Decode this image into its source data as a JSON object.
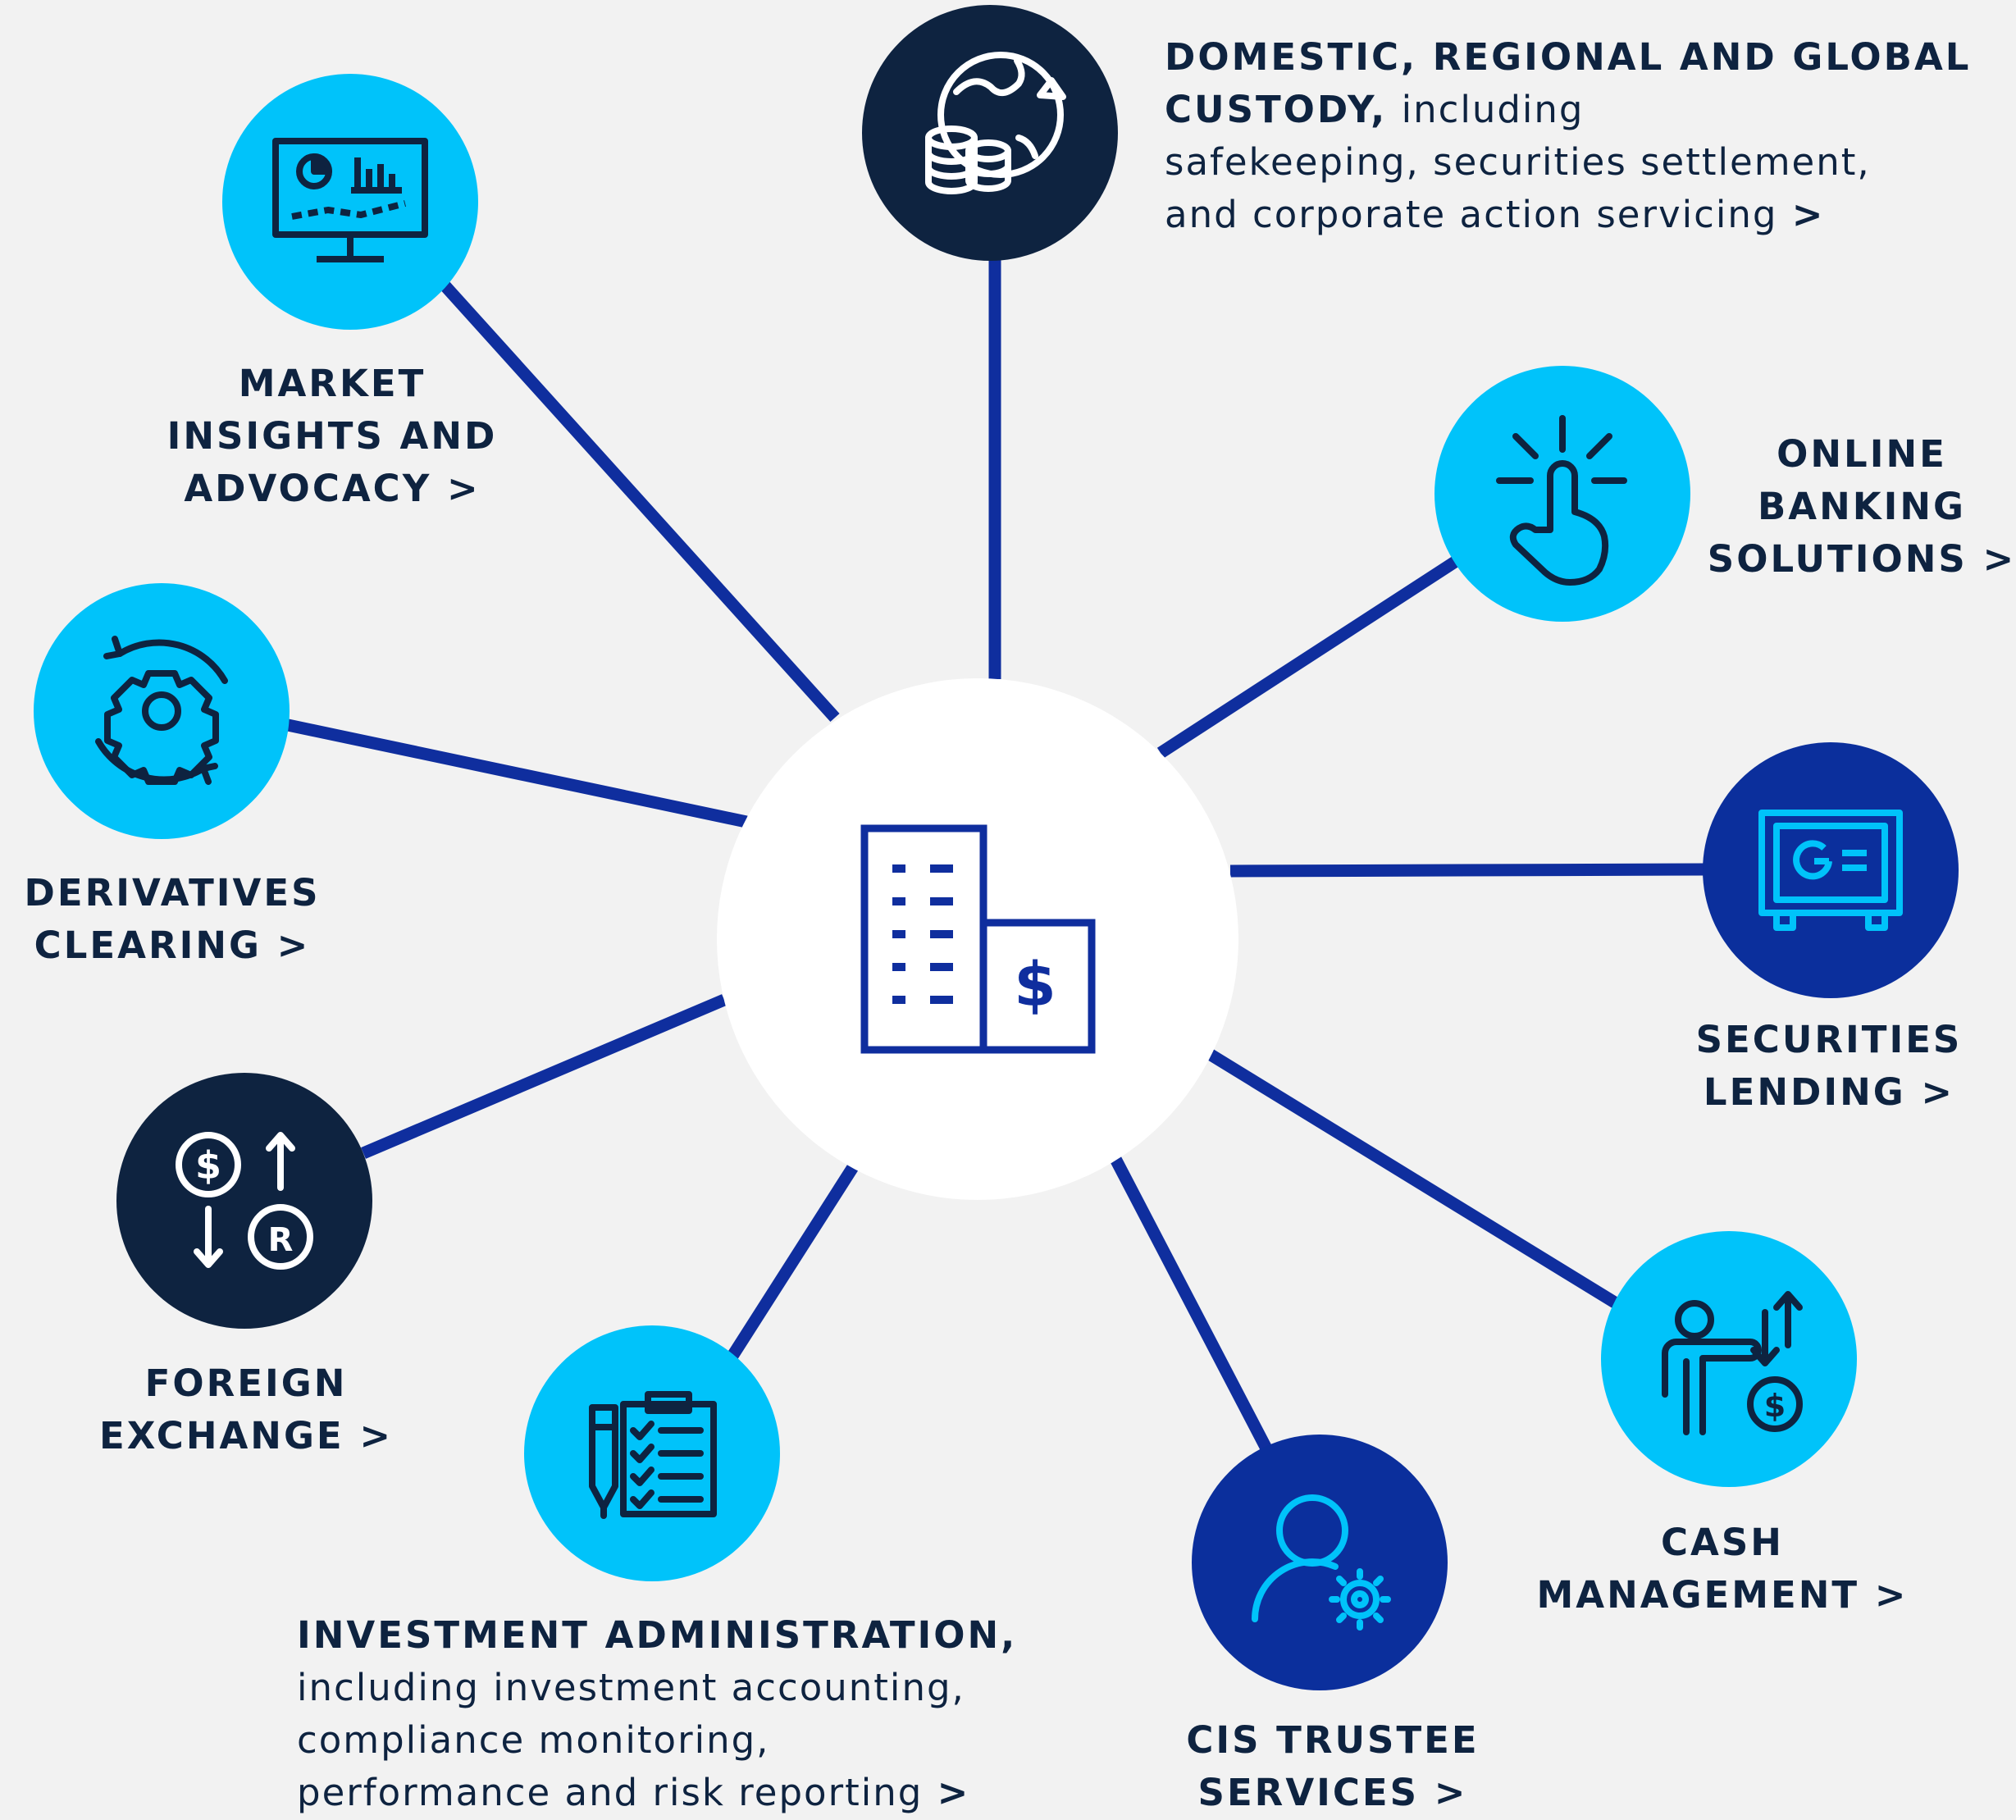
{
  "colors": {
    "background": "#f2f2f2",
    "spoke": "#0f2e9e",
    "light": "#00c3fa",
    "navy": "#0e2340",
    "royal": "#0b2f9c",
    "text": "#0e2340",
    "center": "#ffffff"
  },
  "center": {
    "icon": "building-dollar-icon"
  },
  "nodes": [
    {
      "key": "custody",
      "icon": "globe-coins-icon",
      "fill": "navy",
      "title": "DOMESTIC, REGIONAL AND GLOBAL CUSTODY,",
      "description_1": "including",
      "description_2": "safekeeping, securities settlement,",
      "description_3": "and corporate action servicing",
      "arrow": ">"
    },
    {
      "key": "market",
      "icon": "monitor-chart-icon",
      "fill": "light",
      "line_1": "MARKET",
      "line_2": "INSIGHTS AND",
      "line_3": "ADVOCACY >"
    },
    {
      "key": "online",
      "icon": "touch-hand-icon",
      "fill": "light",
      "line_1": "ONLINE",
      "line_2": "BANKING",
      "line_3": "SOLUTIONS >"
    },
    {
      "key": "derivatives",
      "icon": "gear-cycle-icon",
      "fill": "light",
      "line_1": "DERIVATIVES",
      "line_2": "CLEARING >"
    },
    {
      "key": "securities",
      "icon": "safe-icon",
      "fill": "royal",
      "line_1": "SECURITIES",
      "line_2": "LENDING >"
    },
    {
      "key": "fx",
      "icon": "currency-exchange-icon",
      "fill": "navy",
      "line_1": "FOREIGN",
      "line_2": "EXCHANGE >"
    },
    {
      "key": "cash",
      "icon": "person-transfer-icon",
      "fill": "light",
      "line_1": "CASH",
      "line_2": "MANAGEMENT >"
    },
    {
      "key": "investment",
      "icon": "clipboard-checklist-icon",
      "fill": "light",
      "title": "INVESTMENT ADMINISTRATION,",
      "description_1": "including investment accounting,",
      "description_2": "compliance monitoring,",
      "description_3": "performance and risk reporting",
      "arrow": ">"
    },
    {
      "key": "cis",
      "icon": "user-gear-icon",
      "fill": "royal",
      "line_1": "CIS TRUSTEE",
      "line_2": "SERVICES >"
    }
  ]
}
